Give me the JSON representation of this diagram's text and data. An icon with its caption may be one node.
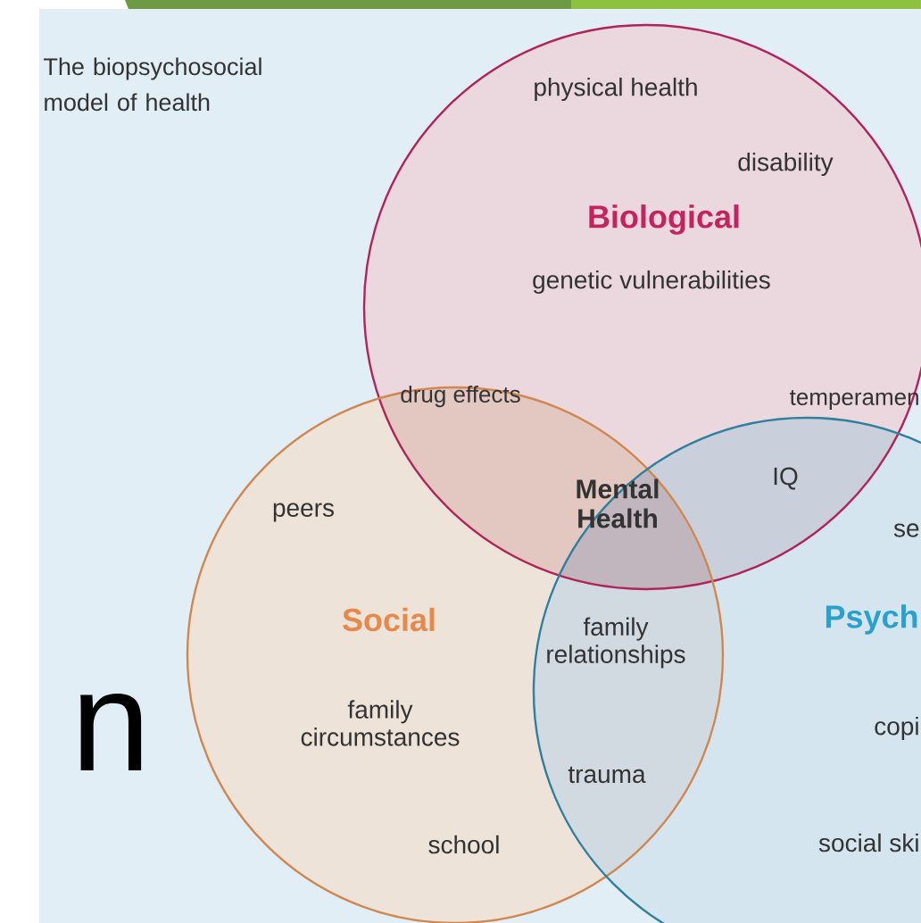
{
  "diagram": {
    "title": "The biopsychosocial model of health",
    "nodes": [
      {
        "text": [
          "Biological"
        ]
      },
      {
        "text": [
          "Social"
        ]
      },
      {
        "text": [
          "Psych"
        ]
      }
    ],
    "labels": [
      "physical health",
      "disability",
      "genetic vulnerabilities",
      "drug effects",
      "temperamen",
      "IQ",
      "Mental Health",
      "se",
      "peers",
      "family relationships",
      "family circumstances",
      "copi",
      "trauma",
      "school",
      "social ski",
      "n"
    ]
  }
}
